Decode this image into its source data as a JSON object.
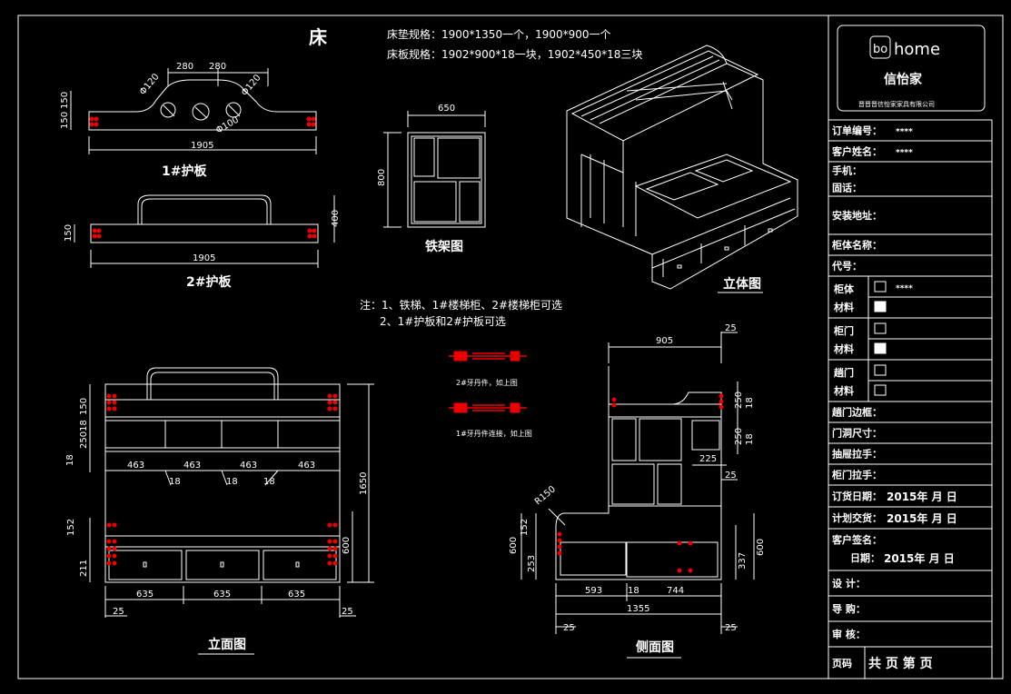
{
  "title": "床",
  "specs": {
    "mattress": "床垫规格：1900*1350一个，1900*900一个",
    "boards": "床板规格：1902*900*18一块，1902*450*18三块"
  },
  "views": {
    "guard1": "1#护板",
    "guard2": "2#护板",
    "iron_frame": "铁架图",
    "three_d": "立体图",
    "front": "立面图",
    "side": "侧面图"
  },
  "notes": {
    "line1": "注：1、铁梯、1#楼梯柜、2#楼梯柜可选",
    "line2": "2、1#护板和2#护板可选"
  },
  "hardware": {
    "bolt2": "2#牙丹件，如上图",
    "bolt1": "1#牙丹件连接，如上图"
  },
  "dims": {
    "g1_280a": "280",
    "g1_280b": "280",
    "g1_120a": "Φ120",
    "g1_120b": "Φ120",
    "g1_100": "Φ100",
    "g1_150a": "150",
    "g1_150b": "150",
    "g1_1905": "1905",
    "g2_150": "150",
    "g2_400": "400",
    "g2_1905": "1905",
    "if_650": "650",
    "if_800": "800",
    "f_150": "150",
    "f_18a": "18",
    "f_250": "250",
    "f_18b": "18",
    "f_463a": "463",
    "f_463b": "463",
    "f_463c": "463",
    "f_463d": "463",
    "f_18c": "18",
    "f_18d": "18",
    "f_18e": "18",
    "f_1650": "1650",
    "f_152": "152",
    "f_600": "600",
    "f_211": "211",
    "f_635a": "635",
    "f_635b": "635",
    "f_635c": "635",
    "f_25a": "25",
    "f_25b": "25",
    "s_905": "905",
    "s_25a": "25",
    "s_250a": "250",
    "s_18a": "18",
    "s_250b": "250",
    "s_18b": "18",
    "s_225": "225",
    "s_25b": "25",
    "s_r150": "R150",
    "s_152": "152",
    "s_600a": "600",
    "s_253": "253",
    "s_337": "337",
    "s_600b": "600",
    "s_593": "593",
    "s_18c": "18",
    "s_744": "744",
    "s_1355": "1355",
    "s_25c": "25",
    "s_25d": "25"
  },
  "title_block": {
    "logo_text": "home",
    "logo_prefix": "bo",
    "brand": "信怡家",
    "company": "晋晋晋信怡家家具有限公司",
    "rows": [
      {
        "label": "订单编号：",
        "value": "****"
      },
      {
        "label": "客户姓名：",
        "value": "****"
      },
      {
        "label": "手机：",
        "value": ""
      },
      {
        "label": "固话：",
        "value": ""
      },
      {
        "label": "安装地址：",
        "value": ""
      },
      {
        "label": "柜体名称：",
        "value": ""
      },
      {
        "label": "代号：",
        "value": ""
      }
    ],
    "material_rows": [
      {
        "label1": "柜体",
        "label2": "材料",
        "value": "****"
      },
      {
        "label1": "柜门",
        "label2": "材料",
        "value": ""
      },
      {
        "label1": "趟门",
        "label2": "材料",
        "value": ""
      }
    ],
    "rows2": [
      {
        "label": "趟门边框：",
        "value": ""
      },
      {
        "label": "门洞尺寸：",
        "value": ""
      },
      {
        "label": "抽屉拉手：",
        "value": ""
      },
      {
        "label": "柜门拉手：",
        "value": ""
      }
    ],
    "order_date": {
      "label": "订货日期：",
      "value": "2015年   月   日"
    },
    "plan_date": {
      "label": "计划交货：",
      "value": "2015年   月   日"
    },
    "customer_sign": "客户签名：",
    "sign_date": {
      "label": "日期：",
      "value": "2015年   月   日"
    },
    "design": "设    计：",
    "guide": "导    购：",
    "audit": "审    核：",
    "page_label": "页码",
    "page_value": "共  页 第  页"
  }
}
